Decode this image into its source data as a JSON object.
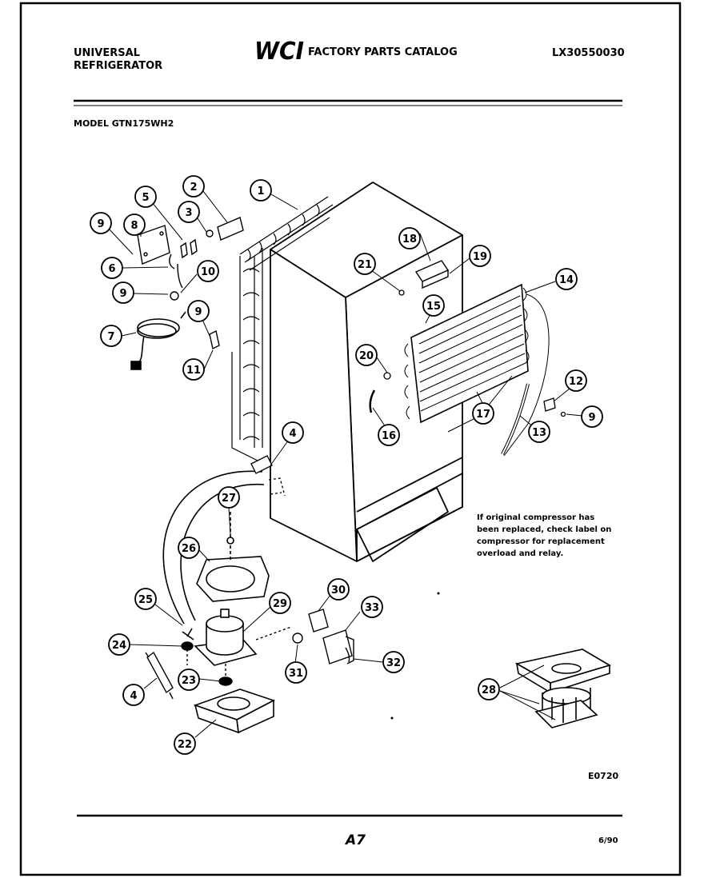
{
  "header": {
    "brand_line1": "UNIVERSAL",
    "brand_line2": "REFRIGERATOR",
    "logo_text": "WCI",
    "catalog_title": "FACTORY PARTS CATALOG",
    "catalog_number": "LX30550030",
    "model_label": "MODEL GTN175WH2"
  },
  "callouts": [
    "1",
    "2",
    "3",
    "4",
    "5",
    "6",
    "7",
    "8",
    "9",
    "10",
    "11",
    "12",
    "13",
    "14",
    "15",
    "16",
    "17",
    "18",
    "19",
    "20",
    "21",
    "22",
    "23",
    "24",
    "25",
    "26",
    "27",
    "28",
    "29",
    "30",
    "31",
    "32",
    "33"
  ],
  "note": {
    "line1": "If original compressor has",
    "line2": "been replaced, check label on",
    "line3": "compressor for replacement",
    "line4": "overload and relay."
  },
  "footer": {
    "diagram_code": "E0720",
    "page": "A7",
    "date": "6/90"
  }
}
